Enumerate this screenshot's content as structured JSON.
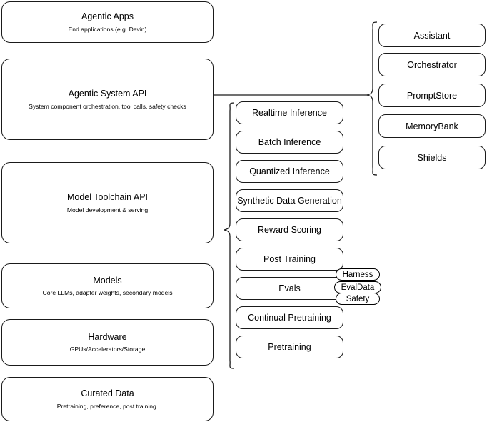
{
  "diagram": {
    "type": "layered-stack-diagram",
    "background_color": "#ffffff",
    "stroke_color": "#1a1a1a",
    "text_color": "#000000"
  },
  "left_stack": {
    "name": "platform-layers",
    "items": [
      {
        "title": "Agentic Apps",
        "subtitle": "End applications (e.g. Devin)"
      },
      {
        "title": "Agentic System API",
        "subtitle": "System component orchestration, tool calls, safety checks"
      },
      {
        "title": "Model Toolchain API",
        "subtitle": "Model development & serving"
      },
      {
        "title": "Models",
        "subtitle": "Core LLMs, adapter weights, secondary models"
      },
      {
        "title": "Hardware",
        "subtitle": "GPUs/Accelerators/Storage"
      },
      {
        "title": "Curated Data",
        "subtitle": "Pretraining, preference, post training."
      }
    ]
  },
  "middle_column": {
    "name": "model-toolchain-capabilities",
    "items": [
      {
        "label": "Realtime Inference"
      },
      {
        "label": "Batch Inference"
      },
      {
        "label": "Quantized Inference"
      },
      {
        "label": "Synthetic Data Generation"
      },
      {
        "label": "Reward Scoring"
      },
      {
        "label": "Post Training"
      },
      {
        "label": "Evals"
      },
      {
        "label": "Continual Pretraining"
      },
      {
        "label": "Pretraining"
      }
    ]
  },
  "right_column": {
    "name": "agentic-system-components",
    "items": [
      {
        "label": "Assistant"
      },
      {
        "label": "Orchestrator"
      },
      {
        "label": "PromptStore"
      },
      {
        "label": "MemoryBank"
      },
      {
        "label": "Shields"
      }
    ]
  },
  "evals_badges": {
    "name": "evals-sub-components",
    "items": [
      {
        "label": "Harness"
      },
      {
        "label": "EvalData"
      },
      {
        "label": "Safety"
      }
    ]
  }
}
